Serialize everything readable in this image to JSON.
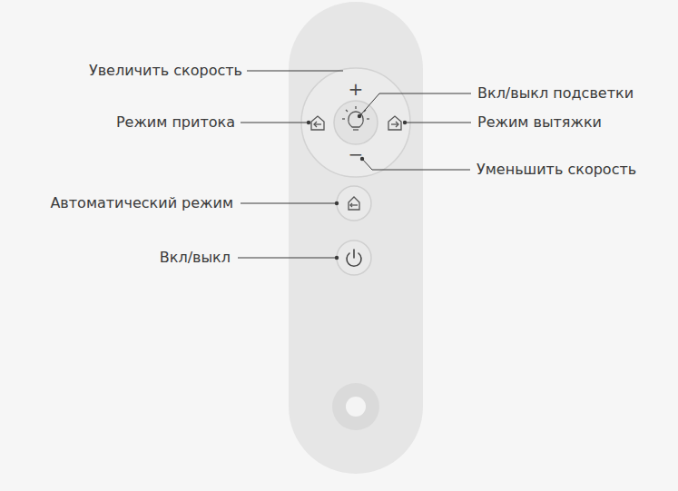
{
  "diagram": {
    "labels": [
      "Увеличить скорость",
      "Вкл/выкл подсветки",
      "+",
      "Режим притока",
      "Режим вытяжки",
      "−",
      "Уменьшить скорость",
      "Автоматический режим",
      "Вкл/выкл"
    ]
  }
}
